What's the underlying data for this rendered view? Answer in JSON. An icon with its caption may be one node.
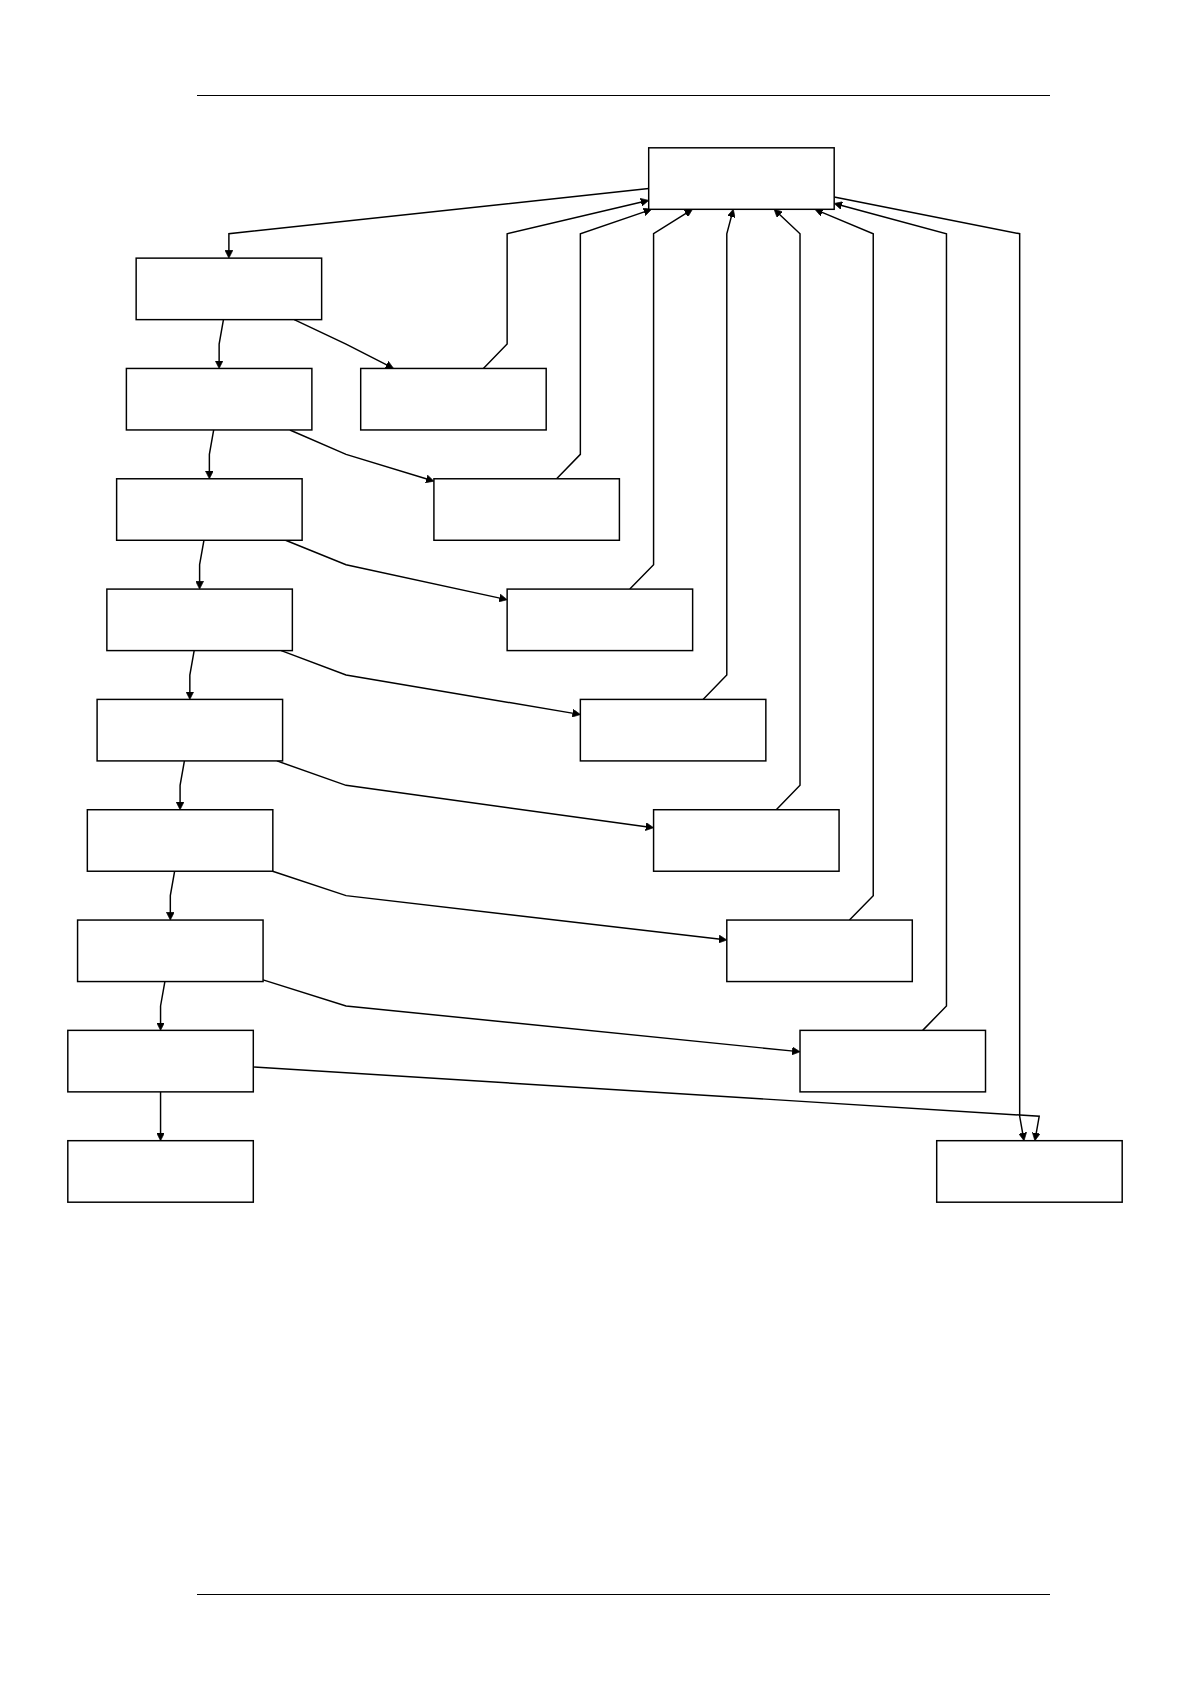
{
  "diagram": {
    "nodes": [
      {
        "text": [],
        "shape": "box"
      },
      {
        "text": [],
        "shape": "box"
      },
      {
        "text": [],
        "shape": "box"
      },
      {
        "text": [],
        "shape": "box"
      },
      {
        "text": [],
        "shape": "box"
      },
      {
        "text": [],
        "shape": "box"
      },
      {
        "text": [],
        "shape": "box"
      },
      {
        "text": [],
        "shape": "box"
      },
      {
        "text": [],
        "shape": "box"
      },
      {
        "text": [],
        "shape": "box"
      },
      {
        "text": [],
        "shape": "box"
      },
      {
        "text": [],
        "shape": "box"
      },
      {
        "text": [],
        "shape": "box"
      },
      {
        "text": [],
        "shape": "box"
      },
      {
        "text": [],
        "shape": "box"
      },
      {
        "text": [],
        "shape": "box"
      },
      {
        "text": [],
        "shape": "box"
      },
      {
        "text": [],
        "shape": "box"
      }
    ],
    "edges": [
      {
        "from": 1,
        "to": 2,
        "arrow": "to"
      },
      {
        "from": 2,
        "to": 4,
        "arrow": "to"
      },
      {
        "from": 4,
        "to": 6,
        "arrow": "to"
      },
      {
        "from": 6,
        "to": 8,
        "arrow": "to"
      },
      {
        "from": 8,
        "to": 10,
        "arrow": "to"
      },
      {
        "from": 10,
        "to": 12,
        "arrow": "to"
      },
      {
        "from": 12,
        "to": 14,
        "arrow": "to"
      },
      {
        "from": 14,
        "to": 16,
        "arrow": "to"
      },
      {
        "from": 16,
        "to": 17,
        "arrow": "to"
      },
      {
        "from": 2,
        "to": 3,
        "arrow": "to"
      },
      {
        "from": 4,
        "to": 5,
        "arrow": "to"
      },
      {
        "from": 6,
        "to": 7,
        "arrow": "to"
      },
      {
        "from": 8,
        "to": 9,
        "arrow": "to"
      },
      {
        "from": 10,
        "to": 11,
        "arrow": "to"
      },
      {
        "from": 12,
        "to": 13,
        "arrow": "to"
      },
      {
        "from": 14,
        "to": 15,
        "arrow": "to"
      },
      {
        "from": 3,
        "to": 1,
        "arrow": "to"
      },
      {
        "from": 5,
        "to": 1,
        "arrow": "to"
      },
      {
        "from": 7,
        "to": 1,
        "arrow": "to"
      },
      {
        "from": 9,
        "to": 1,
        "arrow": "to"
      },
      {
        "from": 11,
        "to": 1,
        "arrow": "to"
      },
      {
        "from": 13,
        "to": 1,
        "arrow": "to"
      },
      {
        "from": 15,
        "to": 1,
        "arrow": "to"
      },
      {
        "from": 1,
        "to": 0,
        "arrow": "to"
      },
      {
        "from": 16,
        "to": 0,
        "arrow": "to"
      }
    ]
  }
}
